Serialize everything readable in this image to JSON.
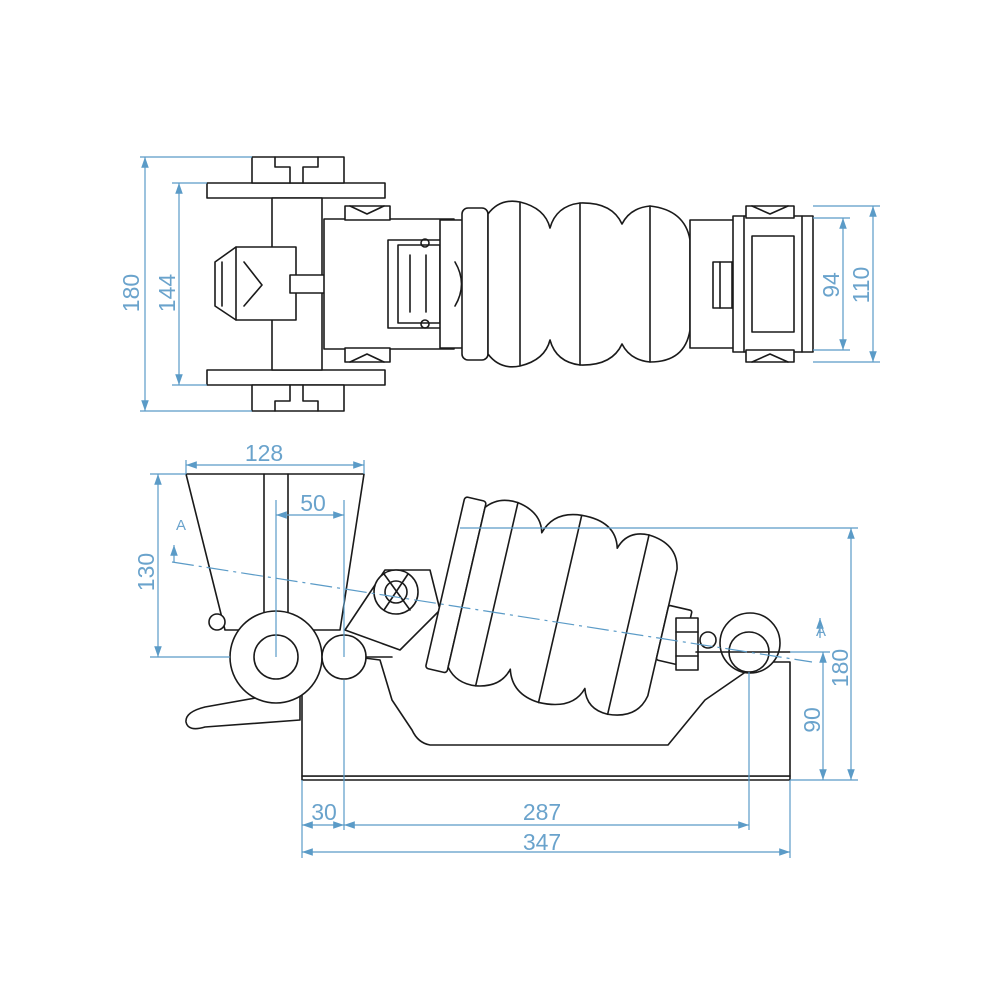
{
  "top_view": {
    "dim_overall_width": "180",
    "dim_inner_width": "144",
    "dim_end_block": "94",
    "dim_end_overall": "110"
  },
  "side_view": {
    "dim_top_width": "128",
    "dim_offset": "50",
    "dim_height_left": "130",
    "dim_height_total": "180",
    "dim_height_right": "90",
    "dim_left_offset": "30",
    "dim_pin_spacing": "287",
    "dim_overall_length": "347",
    "section_left": "A",
    "section_right": "A"
  },
  "colors": {
    "outline": "#1a1a1a",
    "dimension": "#5b9bc7"
  }
}
